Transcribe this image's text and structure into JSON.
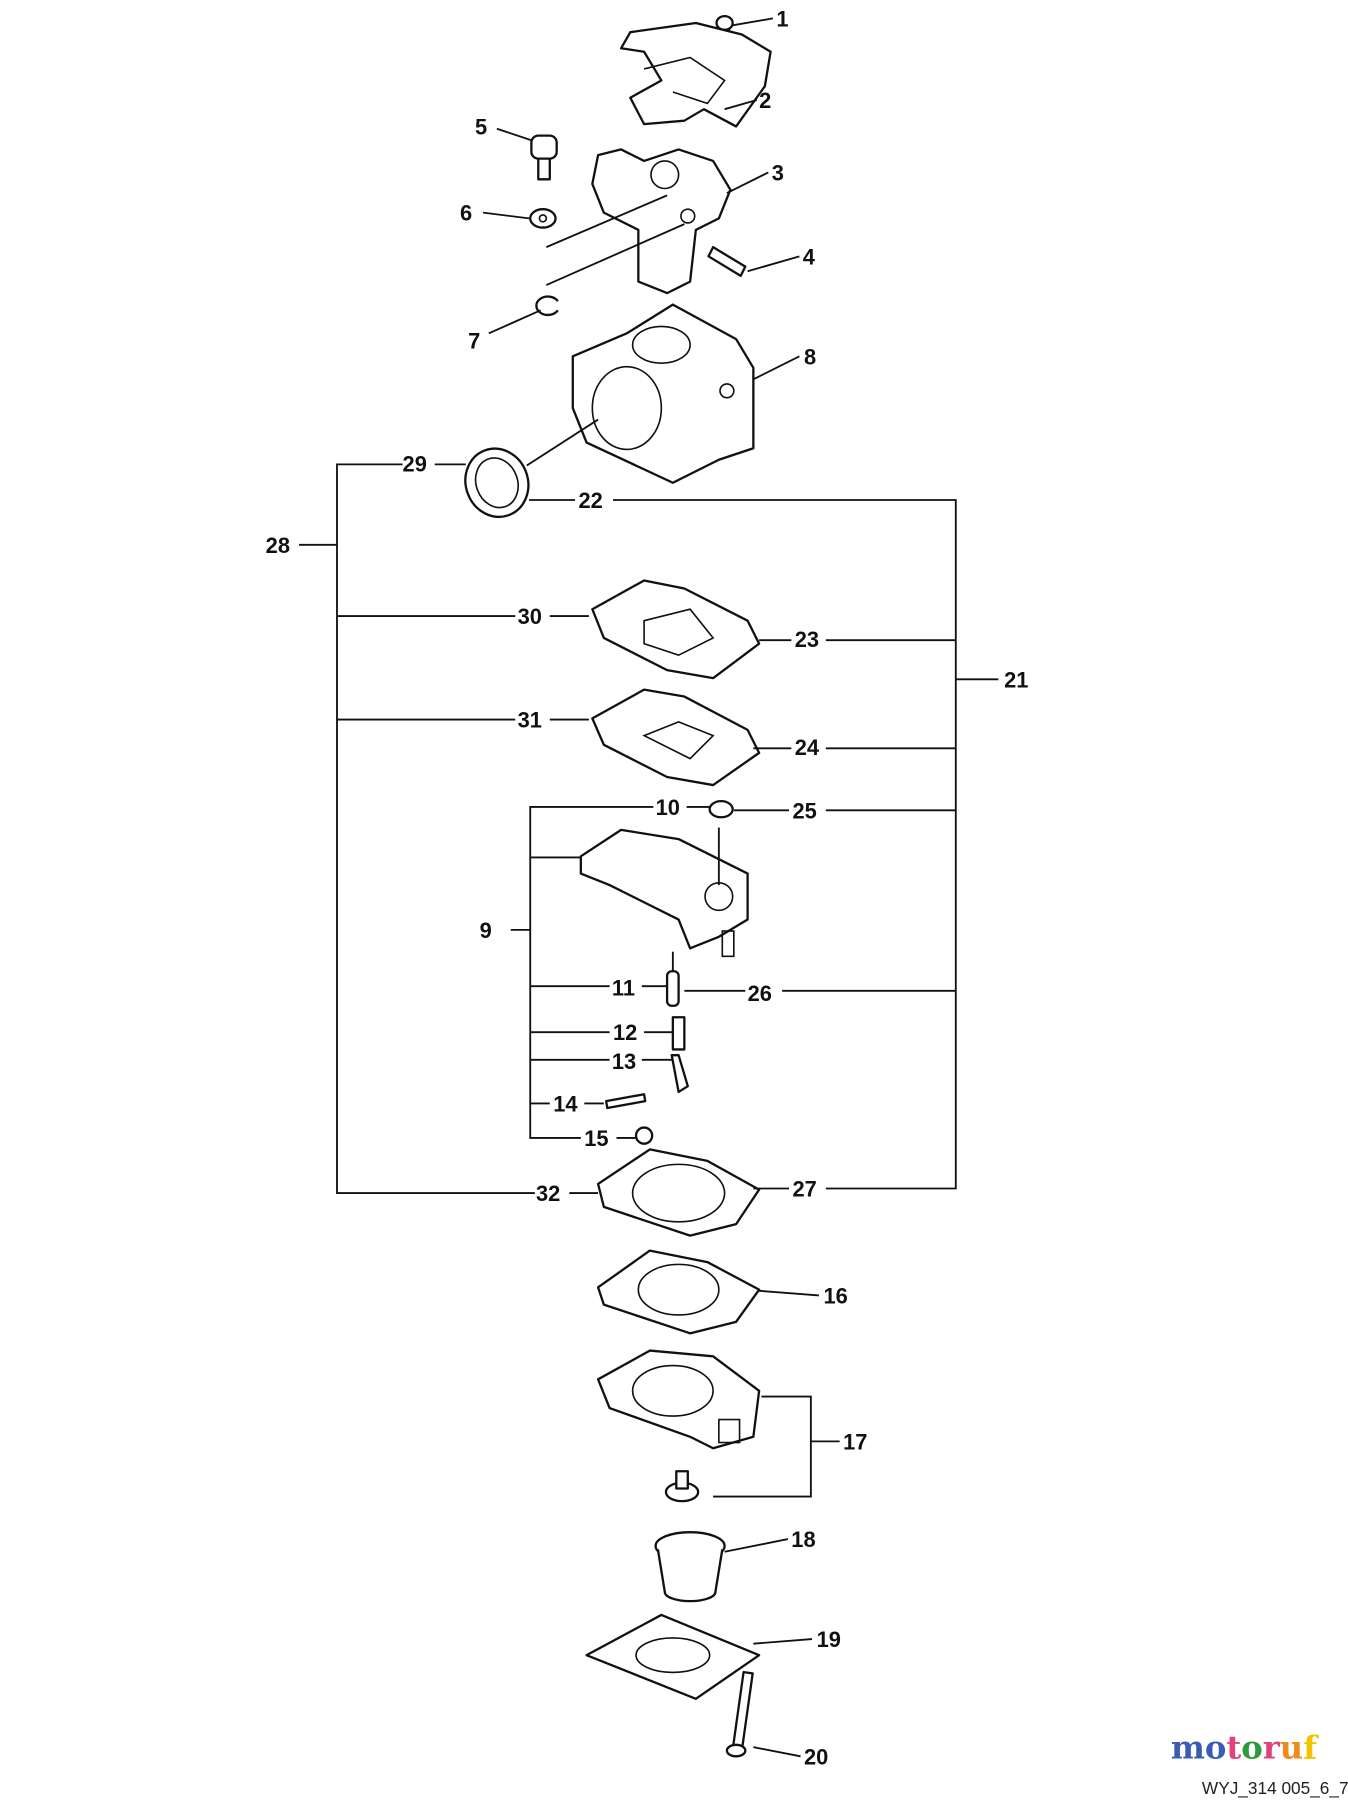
{
  "diagram": {
    "callouts": [
      "1",
      "2",
      "3",
      "4",
      "5",
      "6",
      "7",
      "8",
      "9",
      "10",
      "11",
      "12",
      "13",
      "14",
      "15",
      "16",
      "17",
      "18",
      "19",
      "20",
      "21",
      "22",
      "23",
      "24",
      "25",
      "26",
      "27",
      "28",
      "29",
      "30",
      "31",
      "32"
    ],
    "drawing_code": "WYJ_314 005_6_7",
    "logo": {
      "text": "motoruf",
      "letters": [
        "m",
        "o",
        "t",
        "o",
        "r",
        "u",
        "f"
      ],
      "colors": [
        "#3b5bb5",
        "#3b5bb5",
        "#e0447a",
        "#2e9a3e",
        "#e0447a",
        "#f08a1c",
        "#f2c300"
      ]
    }
  }
}
